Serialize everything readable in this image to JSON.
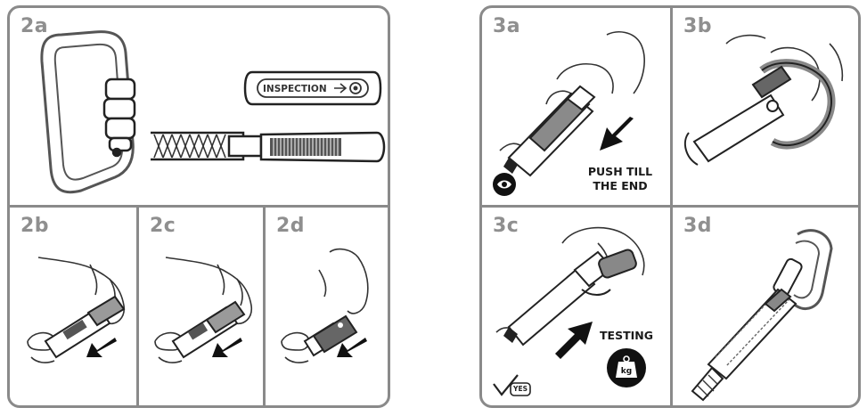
{
  "left_board": {
    "steps": {
      "s2a": "2a",
      "s2b": "2b",
      "s2c": "2c",
      "s2d": "2d"
    },
    "inspection_tag": "INSPECTION"
  },
  "right_board": {
    "steps": {
      "s3a": "3a",
      "s3b": "3b",
      "s3c": "3c",
      "s3d": "3d"
    },
    "push_caption_line1": "PUSH TILL",
    "push_caption_line2": "THE END",
    "testing_caption": "TESTING",
    "weight_label": "kg",
    "check_label": "YES"
  },
  "colors": {
    "frame": "#8a8a8a",
    "label": "#8f8f8f",
    "ink": "#1a1a1a"
  },
  "icons": [
    "eye-icon",
    "checkmark-icon",
    "weight-icon",
    "arrow-icon"
  ]
}
